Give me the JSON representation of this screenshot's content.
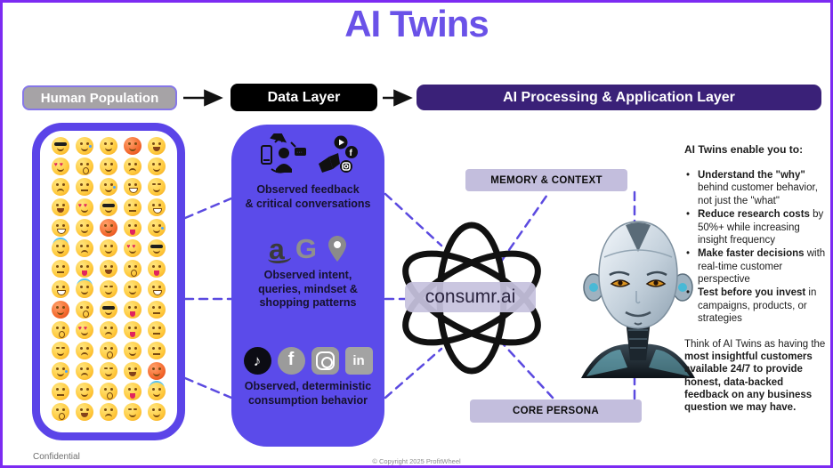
{
  "title": "AI Twins",
  "flow_headers": {
    "human_population": "Human Population",
    "data_layer": "Data Layer",
    "ai_processing": "AI Processing & Application Layer"
  },
  "emoji_grid": {
    "faces": [
      "sunglasses",
      "cry",
      "smile",
      "angry",
      "laugh",
      "hearts",
      "surprised",
      "smile",
      "sad",
      "smile",
      "sad",
      "neutral",
      "cry",
      "grin",
      "wink",
      "laugh",
      "hearts",
      "sunglasses",
      "neutral",
      "grin",
      "grin",
      "smile",
      "angry",
      "tongue",
      "cry",
      "halo",
      "sad",
      "smile",
      "hearts",
      "sunglasses",
      "neutral",
      "tongue",
      "laugh",
      "surprised",
      "tongue",
      "grin",
      "halo",
      "wink",
      "smile",
      "grin",
      "angry",
      "surprised",
      "sunglasses",
      "tongue",
      "neutral",
      "surprised",
      "hearts",
      "sad",
      "tongue",
      "neutral",
      "wink",
      "sad",
      "surprised",
      "smile",
      "neutral",
      "cry",
      "sad",
      "wink",
      "laugh",
      "angry",
      "neutral",
      "smile",
      "surprised",
      "tongue",
      "halo",
      "surprised",
      "laugh",
      "sad",
      "wink",
      "smile"
    ]
  },
  "data_layer_box": {
    "sections": [
      {
        "icons": [
          "social-listening-icon",
          "broadcast-channels-icon"
        ],
        "text": "Observed feedback\n& critical conversations"
      },
      {
        "icons": [
          "amazon-logo",
          "google-logo",
          "google-maps-pin"
        ],
        "text": "Observed intent,\nqueries, mindset &\nshopping patterns"
      },
      {
        "icons": [
          "tiktok-logo",
          "facebook-logo",
          "instagram-logo",
          "linkedin-logo"
        ],
        "text": "Observed, deterministic\nconsumption behavior"
      }
    ],
    "facebook_glyph": "f",
    "linkedin_glyph": "in",
    "tiktok_glyph": "♪",
    "amazon_glyph": "a",
    "google_glyph": "G"
  },
  "center": {
    "brand": "consumr.ai",
    "memory_label": "MEMORY & CONTEXT",
    "core_label": "CORE PERSONA"
  },
  "right_panel": {
    "heading": "AI Twins enable you to:",
    "bullets": [
      {
        "bold": "Understand the \"why\"",
        "rest": " behind customer behavior, not just the \"what\""
      },
      {
        "bold": "Reduce research costs",
        "rest": " by 50%+ while increasing insight frequency"
      },
      {
        "bold": "Make faster decisions",
        "rest": " with real-time customer perspective"
      },
      {
        "bold": "Test before you invest",
        "rest": " in campaigns, products, or strategies"
      }
    ],
    "closing_normal": "Think of AI Twins as having the ",
    "closing_bold": "most insightful customers available 24/7 to provide honest, data-backed feedback on any business question we may have."
  },
  "footer": {
    "confidential": "Confidential",
    "copyright": "© Copyright 2025 ProfitWheel"
  },
  "colors": {
    "accent_purple": "#5b4bea",
    "slide_border": "#7c2bf2",
    "title_purple": "#6a52e8",
    "dark_purple_header": "#3a2178",
    "lavender_box": "#c3bedd",
    "dashed_line": "#5b4ae0"
  }
}
